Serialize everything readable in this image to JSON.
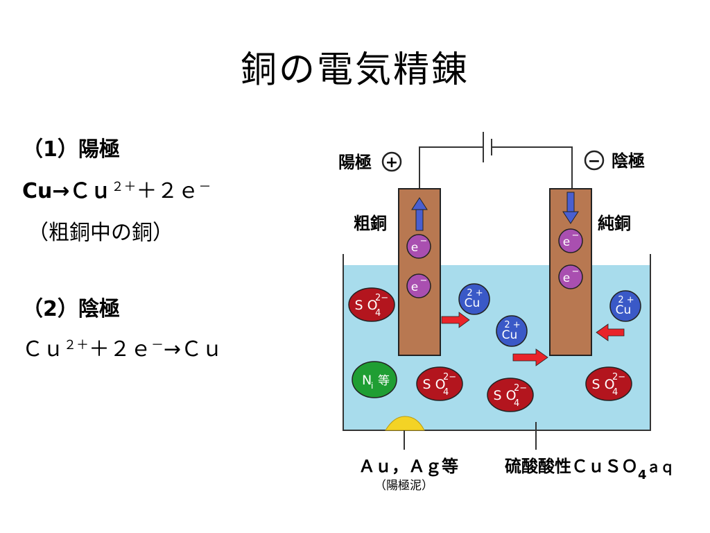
{
  "title": "銅の電気精錬",
  "anode_section": {
    "heading": "（1）陽極",
    "equation_lead": "Cu→Ｃｕ",
    "equation_sup": "２＋",
    "equation_tail": "＋２ｅ",
    "equation_end_sup": "－",
    "note": "（粗銅中の銅）"
  },
  "cathode_section": {
    "heading": "（2）陰極",
    "equation_lead": "Ｃｕ",
    "equation_sup": "２＋",
    "equation_mid": "＋２ｅ",
    "equation_sup2": "－",
    "equation_tail": "→Ｃｕ"
  },
  "diagram": {
    "anode_label": "陽極",
    "anode_sign": "+",
    "cathode_label": "陰極",
    "cathode_sign": "−",
    "crude_copper_label": "粗銅",
    "pure_copper_label": "純銅",
    "electron": "e",
    "electron_sign": "−",
    "sulfate_base": "S O",
    "sulfate_sub": "4",
    "sulfate_charge": "2−",
    "copper_ion": "Cu",
    "copper_charge": "2 +",
    "nickel_label": "N",
    "nickel_sub": "i",
    "nickel_suffix": "等",
    "sludge_metals": "Ａｕ，Ａｇ等",
    "sludge_label": "（陽極泥）",
    "electrolyte_prefix": "硫酸酸性ＣｕＳＯ",
    "electrolyte_sub": "4",
    "electrolyte_suffix": "ａｑ",
    "colors": {
      "electrolyte": "#a8dcec",
      "electrode": "#b87851",
      "sulfate_ion": "#b3151e",
      "copper_ion": "#3a59c7",
      "electron": "#a94fb0",
      "nickel": "#1f9e33",
      "sludge": "#f3d325",
      "arrow_red": "#e8242a",
      "arrow_blue": "#4a5fd0"
    }
  }
}
